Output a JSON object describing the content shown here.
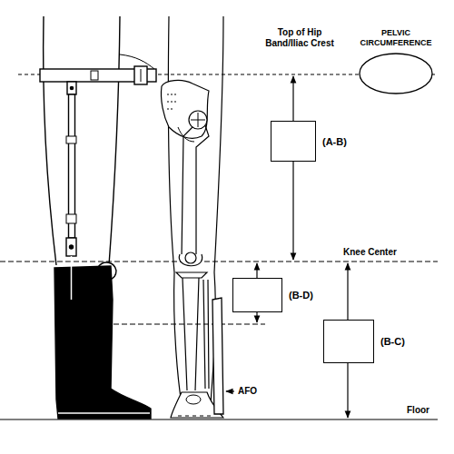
{
  "diagram": {
    "nodes": [
      {
        "text": [
          "PELVIC CIRCUMFERENCE"
        ]
      },
      {
        "text": [
          "(A-B)"
        ]
      },
      {
        "text": [
          "(B-D)"
        ]
      },
      {
        "text": [
          "(B-C)"
        ]
      }
    ],
    "labels": [
      "Top of Hip Band/Iliac Crest",
      "Knee Center",
      "AFO",
      "Floor"
    ]
  }
}
